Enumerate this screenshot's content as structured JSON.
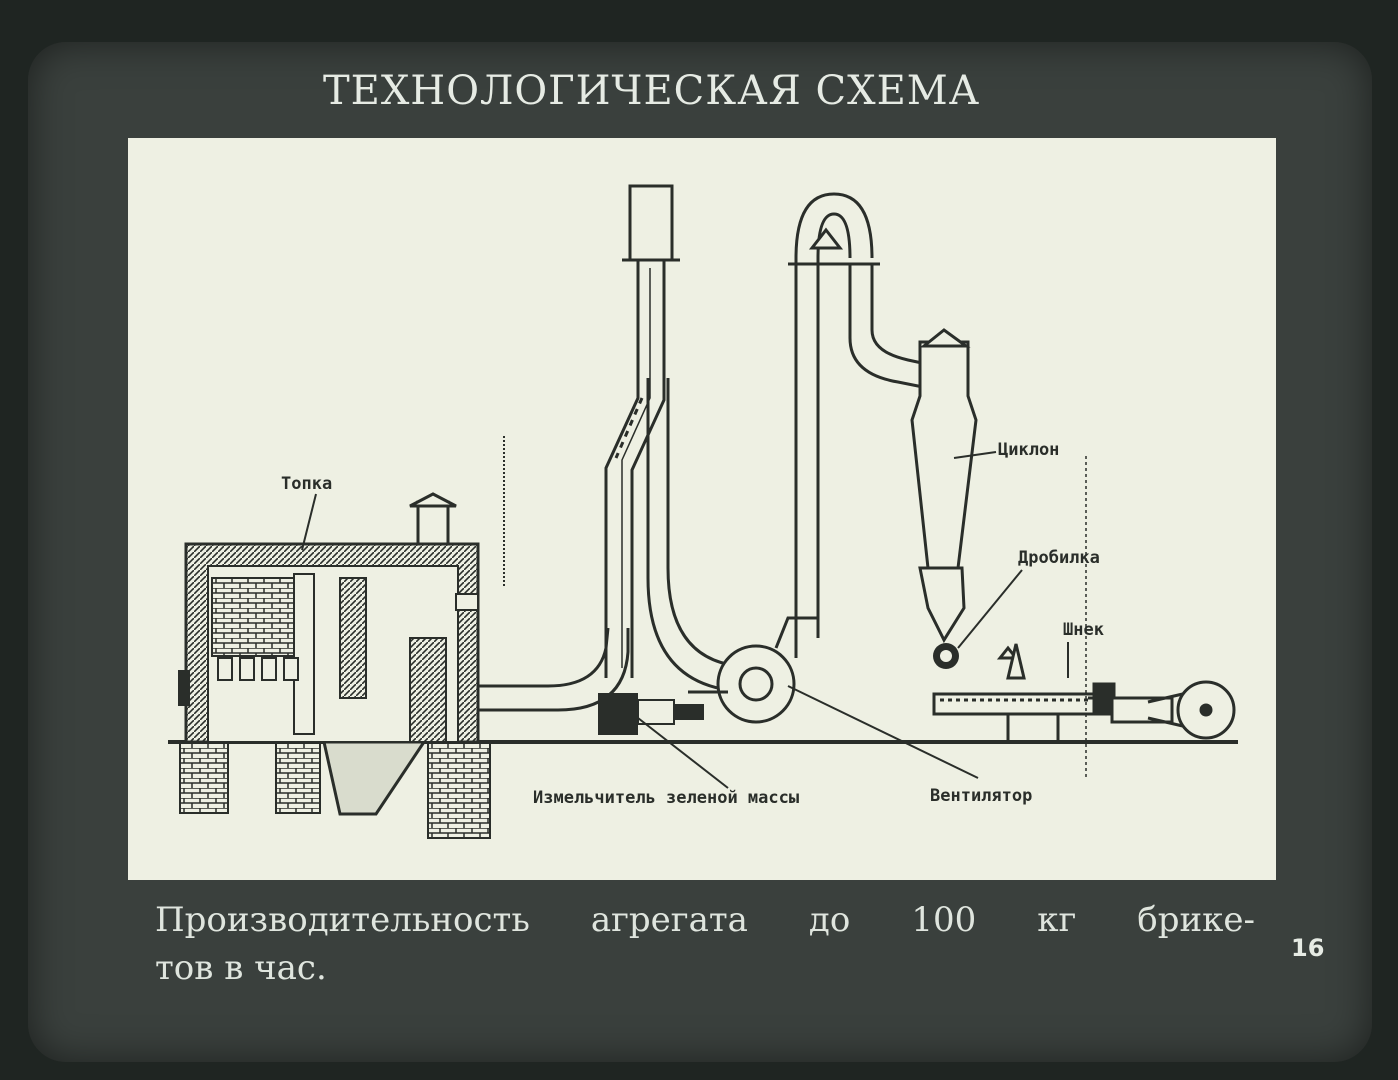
{
  "slide": {
    "title": "ТЕХНОЛОГИЧЕСКАЯ СХЕМА",
    "caption_line1": "Производительность агрегата до 100 кг брике-",
    "caption_line2": "тов в час.",
    "page_number": "16"
  },
  "diagram": {
    "labels": {
      "furnace": "Топка",
      "cyclone": "Циклон",
      "crusher": "Дробилка",
      "auger": "Шнек",
      "chopper": "Измельчитель зеленой массы",
      "fan": "Вентилятор"
    }
  },
  "colors": {
    "background": "#1f2522",
    "slide": "#3a403d",
    "panel": "#eef0e3",
    "ink": "#2a2e2a"
  }
}
